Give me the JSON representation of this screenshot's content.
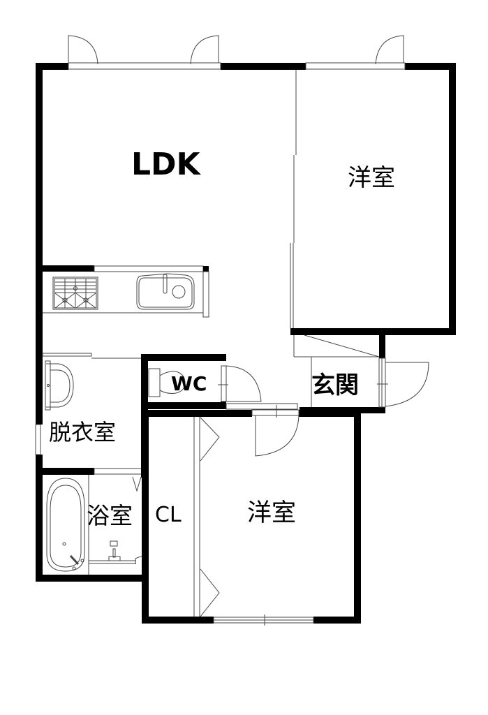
{
  "floor_plan": {
    "rooms": {
      "ldk": {
        "label": "LDK"
      },
      "western_room_1": {
        "label": "洋室"
      },
      "kitchen": {
        "label": ""
      },
      "wc": {
        "label": "WC"
      },
      "entrance": {
        "label": "玄関"
      },
      "dressing_room": {
        "label": "脱衣室"
      },
      "bathroom": {
        "label": "浴室"
      },
      "closet": {
        "label": "CL"
      },
      "western_room_2": {
        "label": "洋室"
      }
    },
    "colors": {
      "wall": "#000000",
      "line": "#444444",
      "background": "#ffffff"
    }
  }
}
